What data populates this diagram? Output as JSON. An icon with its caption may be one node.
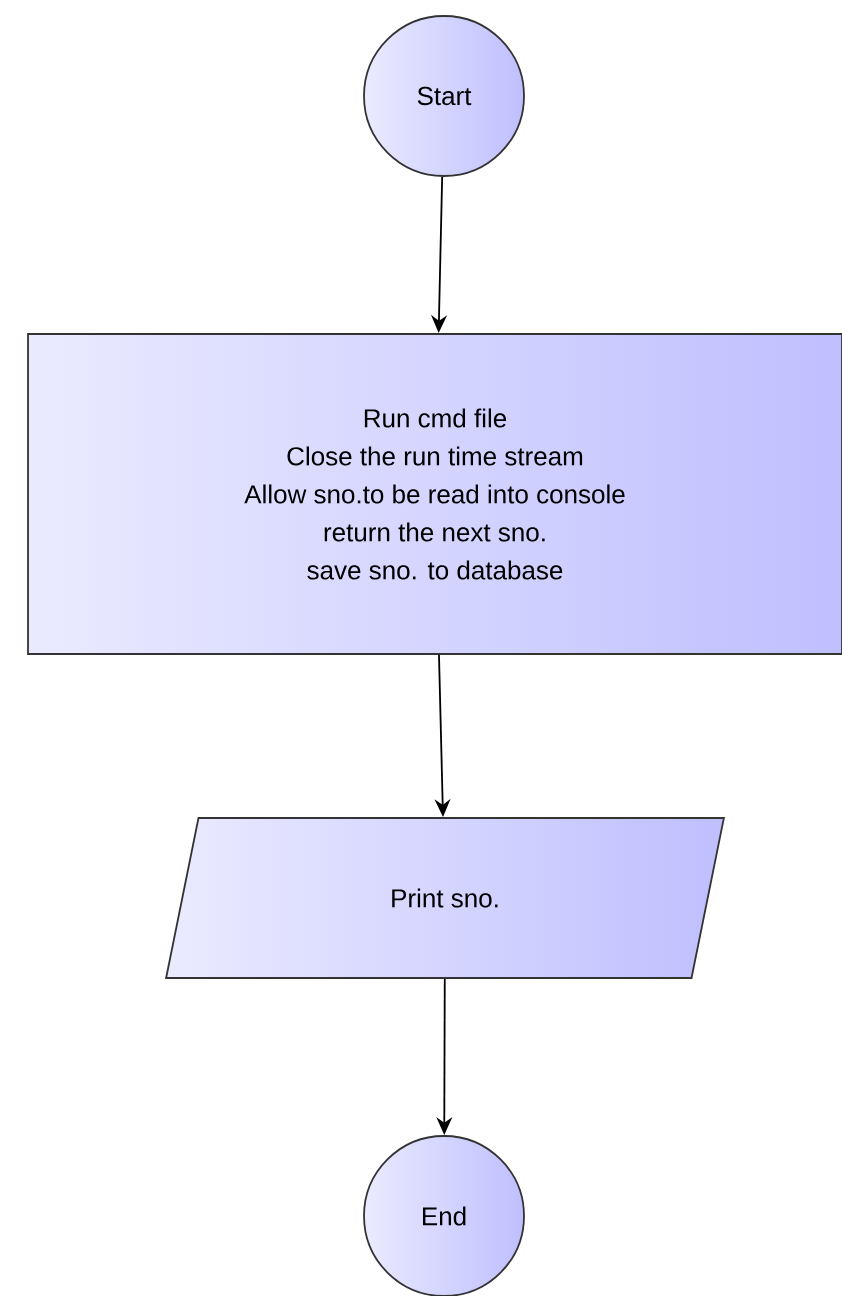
{
  "diagram": {
    "nodes": [
      {
        "text": [
          "Start"
        ]
      },
      {
        "text": [
          "Run cmd file",
          "Close the run time stream",
          "Allow sno.to be read into console",
          "return the next sno.",
          "save sno. to database"
        ]
      },
      {
        "text": [
          "Print sno."
        ]
      },
      {
        "text": [
          "End"
        ]
      }
    ],
    "edges": [
      {
        "from": 0,
        "to": 1,
        "arrow": "to"
      },
      {
        "from": 1,
        "to": 2,
        "arrow": "to"
      },
      {
        "from": 2,
        "to": 3,
        "arrow": "to"
      }
    ]
  }
}
